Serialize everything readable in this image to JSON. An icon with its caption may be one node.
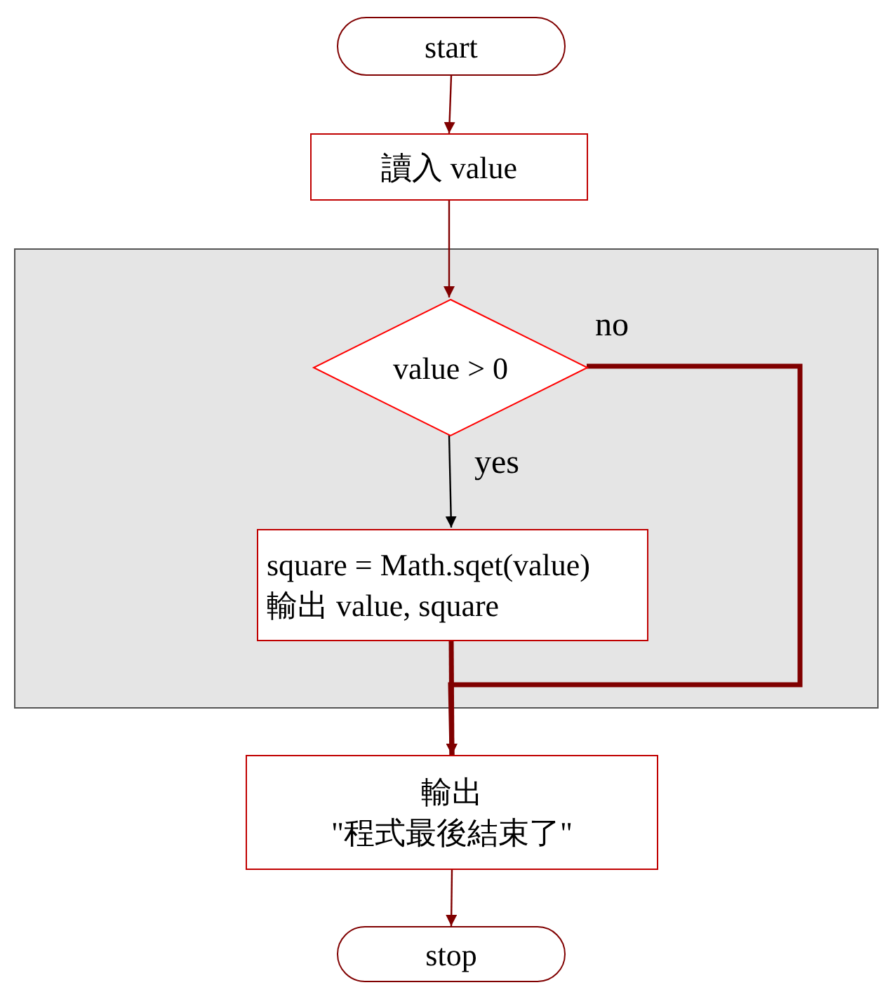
{
  "diagram": {
    "nodes": [
      {
        "text": [
          "start"
        ]
      },
      {
        "text": [
          "讀入 value"
        ]
      },
      {
        "text": [],
        "shape": "box"
      },
      {
        "text": [
          "value > 0"
        ],
        "in": 2
      },
      {
        "text": [
          "square = Math.sqet(value)",
          "輸出 value, square"
        ],
        "in": 2
      },
      {
        "text": [
          "輸出",
          "\"程式最後結束了\""
        ]
      },
      {
        "text": [
          "stop"
        ]
      }
    ],
    "edges": [
      {
        "from": 0,
        "to": 1,
        "arrow": "to"
      },
      {
        "from": 1,
        "to": 3,
        "arrow": "to"
      },
      {
        "from": 3,
        "to": 4,
        "arrow": "to",
        "label": "yes",
        "color": "#000000"
      },
      {
        "from": 3,
        "to": 5,
        "arrow": "to",
        "label": "no",
        "style": "thick"
      },
      {
        "from": 4,
        "to": 5,
        "arrow": "to",
        "style": "thick"
      },
      {
        "from": 5,
        "to": 6,
        "arrow": "to"
      }
    ]
  }
}
